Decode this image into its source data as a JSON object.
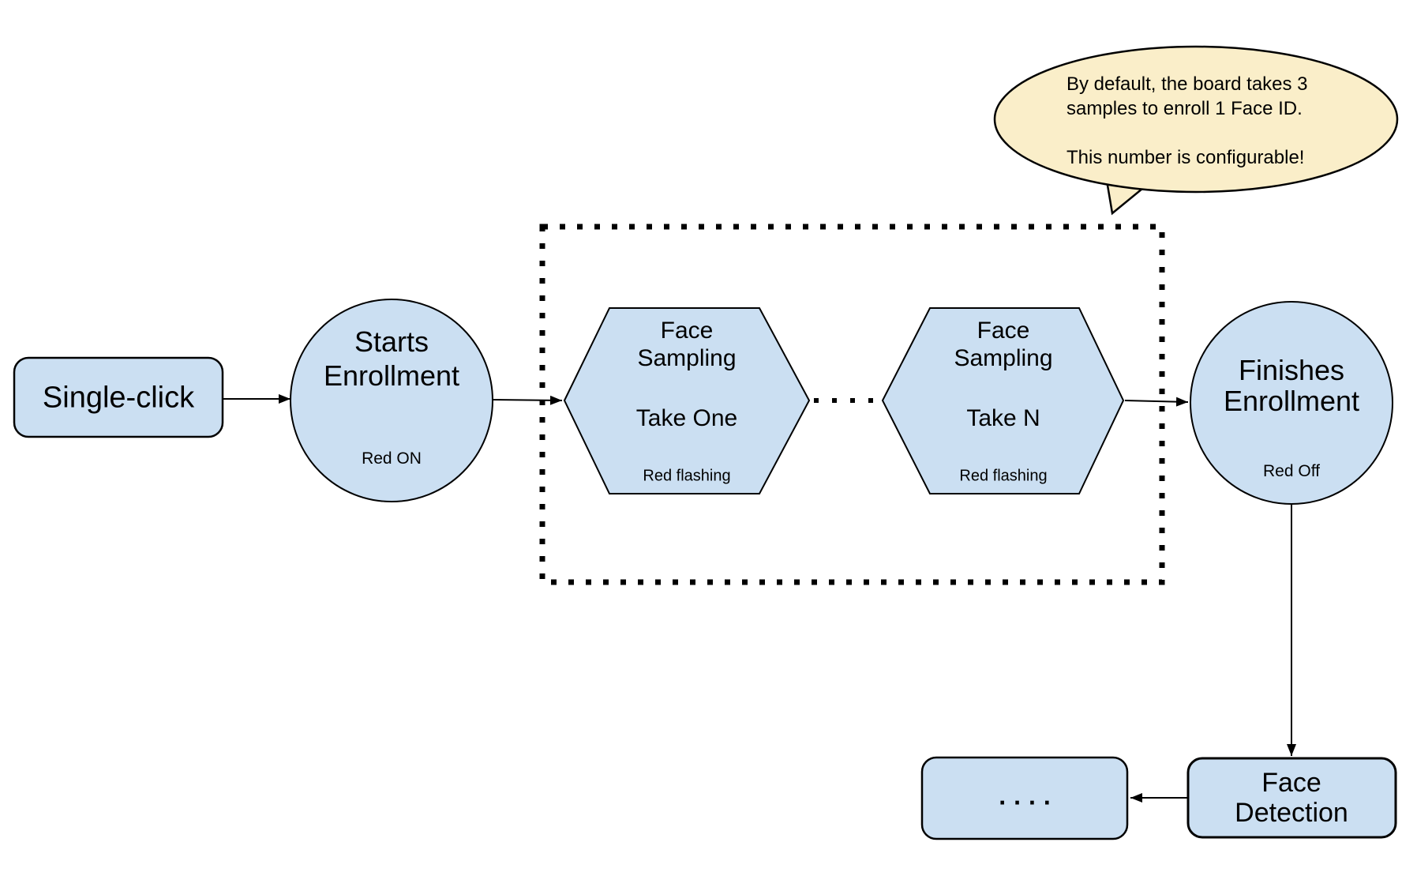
{
  "colors": {
    "node_fill": "#cbdff2",
    "bubble_fill": "#faeec9",
    "stroke": "#000000"
  },
  "nodes": {
    "single_click": {
      "label": "Single-click"
    },
    "starts_enrollment": {
      "line1": "Starts",
      "line2": "Enrollment",
      "status": "Red ON"
    },
    "face_sampling_one": {
      "line1": "Face",
      "line2": "Sampling",
      "take": "Take One",
      "status": "Red flashing"
    },
    "face_sampling_n": {
      "line1": "Face",
      "line2": "Sampling",
      "take": "Take N",
      "status": "Red flashing"
    },
    "finishes_enrollment": {
      "line1": "Finishes",
      "line2": "Enrollment",
      "status": "Red Off"
    },
    "face_detection": {
      "line1": "Face",
      "line2": "Detection"
    },
    "continuation": {
      "label": "...."
    }
  },
  "callout": {
    "line1": "By default, the board takes 3",
    "line2": "samples to enroll 1 Face ID.",
    "line3": "",
    "line4": "This number is configurable!"
  }
}
